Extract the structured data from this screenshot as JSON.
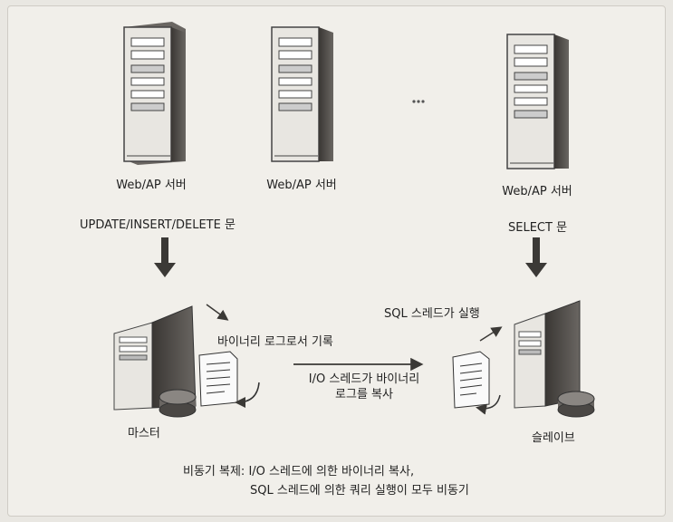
{
  "servers": [
    {
      "label": "Web/AP 서버"
    },
    {
      "label": "Web/AP 서버"
    },
    {
      "label": "Web/AP 서버"
    }
  ],
  "statements": {
    "left": "UPDATE/INSERT/DELETE 문",
    "right": "SELECT 문"
  },
  "master": {
    "label": "마스터",
    "binlog_note": "바이너리 로그로서 기록"
  },
  "transfer": {
    "line1": "I/O 스레드가 바이너리",
    "line2": "로그를 복사"
  },
  "slave": {
    "label": "슬레이브",
    "sql_note": "SQL 스레드가 실행"
  },
  "caption": {
    "line1": "비동기 복제: I/O 스레드에 의한 바이너리 복사,",
    "line2": "SQL 스레드에 의한 쿼리 실행이 모두 비동기"
  },
  "colors": {
    "tower_front": "#e8e6e1",
    "tower_side": "#4a4744",
    "arrow": "#3b3936"
  }
}
